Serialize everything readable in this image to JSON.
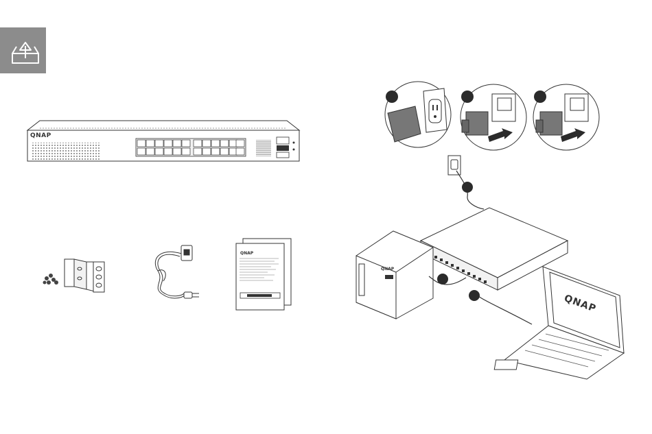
{
  "section_icon": {
    "name": "unbox-icon",
    "background": "#8c8c8c"
  },
  "switch": {
    "brand_label": "QNAP"
  },
  "package_contents": [
    {
      "item": "rack-mount-kit"
    },
    {
      "item": "power-cord"
    },
    {
      "item": "quick-installation-guide"
    }
  ],
  "guide_leaflet": {
    "brand_label": "QNAP"
  },
  "installation_steps": {
    "step_markers": [
      "",
      "",
      "",
      "",
      "",
      ""
    ],
    "laptop_screen_logo": "QNAP",
    "nas_brand_label": "QNAP"
  },
  "colors": {
    "line": "#333333",
    "marker": "#2b2b2b",
    "arrow": "#2b2b2b",
    "gray_fill": "#8c8c8c"
  }
}
